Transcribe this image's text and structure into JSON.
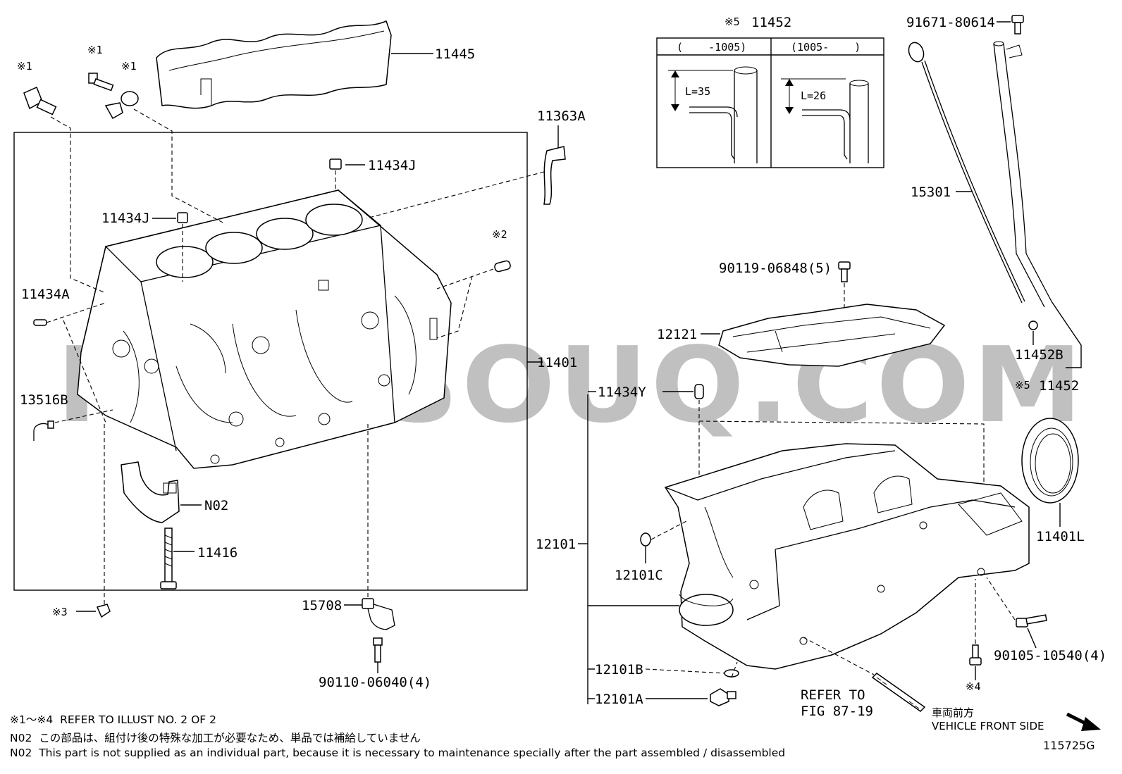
{
  "diagram_code": "115725G",
  "watermark": "PARTSOUQ.COM",
  "callouts": {
    "p11445": "11445",
    "p11363A": "11363A",
    "p11434J_top": "11434J",
    "p11434J_left": "11434J",
    "p11434A": "11434A",
    "p13516B": "13516B",
    "p11401": "11401",
    "pN02": "N02",
    "p11416": "11416",
    "p15708": "15708",
    "p90110": "90110-06040(4)",
    "p91671": "91671-80614",
    "p15301": "15301",
    "p90119": "90119-06848(5)",
    "p12121": "12121",
    "p11452B": "11452B",
    "p11452_bottom": "11452",
    "p11434Y": "11434Y",
    "p12101": "12101",
    "p12101C": "12101C",
    "p12101B": "12101B",
    "p12101A": "12101A",
    "p11401L": "11401L",
    "p90105": "90105-10540(4)",
    "refer_line1": "REFER TO",
    "refer_line2": "FIG 87-19"
  },
  "ref_marks": {
    "m1a": "※1",
    "m1b": "※1",
    "m1c": "※1",
    "m2": "※2",
    "m3": "※3",
    "m4": "※4",
    "m5_top": "※5",
    "m5_bottom": "※5"
  },
  "inset": {
    "title": "11452",
    "col_left": "(    -1005)",
    "col_right": "(1005-    )",
    "len_left": "L=35",
    "len_right": "L=26"
  },
  "vehicle_front": {
    "jp": "車両前方",
    "en": "VEHICLE FRONT SIDE"
  },
  "notes": [
    {
      "tag": "※1～※4",
      "text": "REFER TO ILLUST NO. 2 OF 2"
    },
    {
      "tag": "N02",
      "text": "この部品は、組付け後の特殊な加工が必要なため、単品では補給していません"
    },
    {
      "tag": "N02",
      "text": "This part is not supplied as an individual part, because it is necessary to maintenance specially after the part assembled / disassembled"
    }
  ]
}
